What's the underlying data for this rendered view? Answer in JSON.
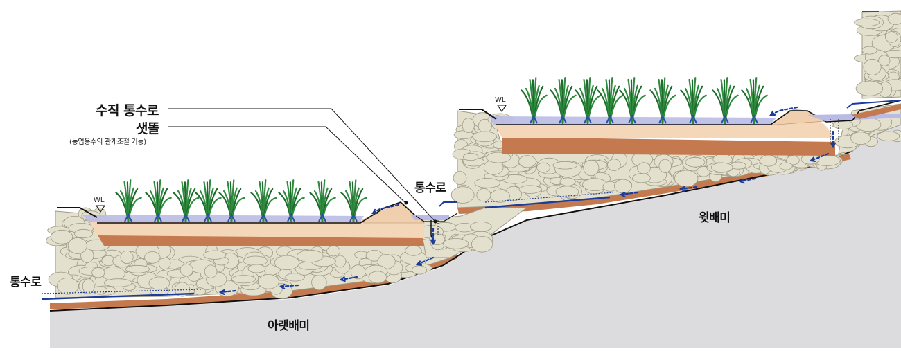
{
  "labels": {
    "vertical_channel": "수직 통수로",
    "saetdol": "샛똘",
    "saetdol_note": "(농업용수의 관개조절 기능)",
    "channel_mid": "통수로",
    "channel_left": "통수로",
    "upper_paddy": "윗배미",
    "lower_paddy": "아랫배미",
    "wl_left": "WL",
    "wl_right": "WL"
  },
  "icons": {
    "water_level": "triangle-down-icon",
    "flow": "dashed-arrow-icon",
    "plant": "rice-plant-icon"
  },
  "colors": {
    "water": "#b9bbe6",
    "topsoil": "#f4d6b8",
    "clay": "#c47a4e",
    "stone": "#e4e0ce",
    "stone_edge": "#9d9a86",
    "ground": "#dcdcde",
    "flow_line": "#1c3c9a",
    "plant": "#2e8b3e"
  }
}
